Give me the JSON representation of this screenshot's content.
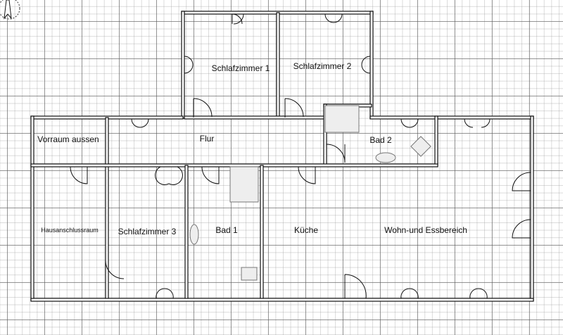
{
  "plan": {
    "rooms": [
      {
        "name": "Schlafzimmer 1"
      },
      {
        "name": "Schlafzimmer 2"
      },
      {
        "name": "Vorraum aussen"
      },
      {
        "name": "Flur"
      },
      {
        "name": "Bad 2"
      },
      {
        "name": "Hausanschlussraum"
      },
      {
        "name": "Schlafzimmer 3"
      },
      {
        "name": "Bad 1"
      },
      {
        "name": "Küche"
      },
      {
        "name": "Wohn-und Essbereich"
      }
    ],
    "compass_icon": "north-arrow-icon"
  }
}
